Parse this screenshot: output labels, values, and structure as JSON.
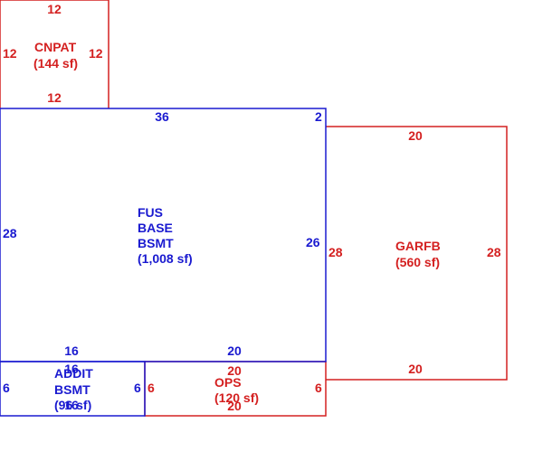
{
  "colors": {
    "blue": "#1a1ad0",
    "red": "#d42020",
    "background": "#ffffff"
  },
  "areas": {
    "cnpat": {
      "name": "CNPAT",
      "area": "(144 sf)",
      "color": "red",
      "dims": {
        "top": "12",
        "left": "12",
        "right": "12",
        "bottom": "12"
      }
    },
    "fus": {
      "lines": [
        "FUS",
        "BASE",
        "BSMT"
      ],
      "area": "(1,008 sf)",
      "color": "blue",
      "dims": {
        "top": "36",
        "corner": "2",
        "left": "28",
        "right": "26",
        "bottom_left": "16",
        "bottom_right": "20"
      }
    },
    "garfb": {
      "name": "GARFB",
      "area": "(560 sf)",
      "color": "red",
      "dims": {
        "top": "20",
        "left": "28",
        "right": "28",
        "bottom": "20"
      }
    },
    "addit": {
      "lines": [
        "ADDIT",
        "BSMT"
      ],
      "area": "(96 sf)",
      "color": "blue",
      "dims": {
        "top": "16",
        "left": "6",
        "right": "6",
        "bottom": "16"
      }
    },
    "ops": {
      "name": "OPS",
      "area": "(120 sf)",
      "color": "red",
      "dims": {
        "top": "20",
        "left": "6",
        "right": "6",
        "bottom": "20"
      }
    }
  }
}
